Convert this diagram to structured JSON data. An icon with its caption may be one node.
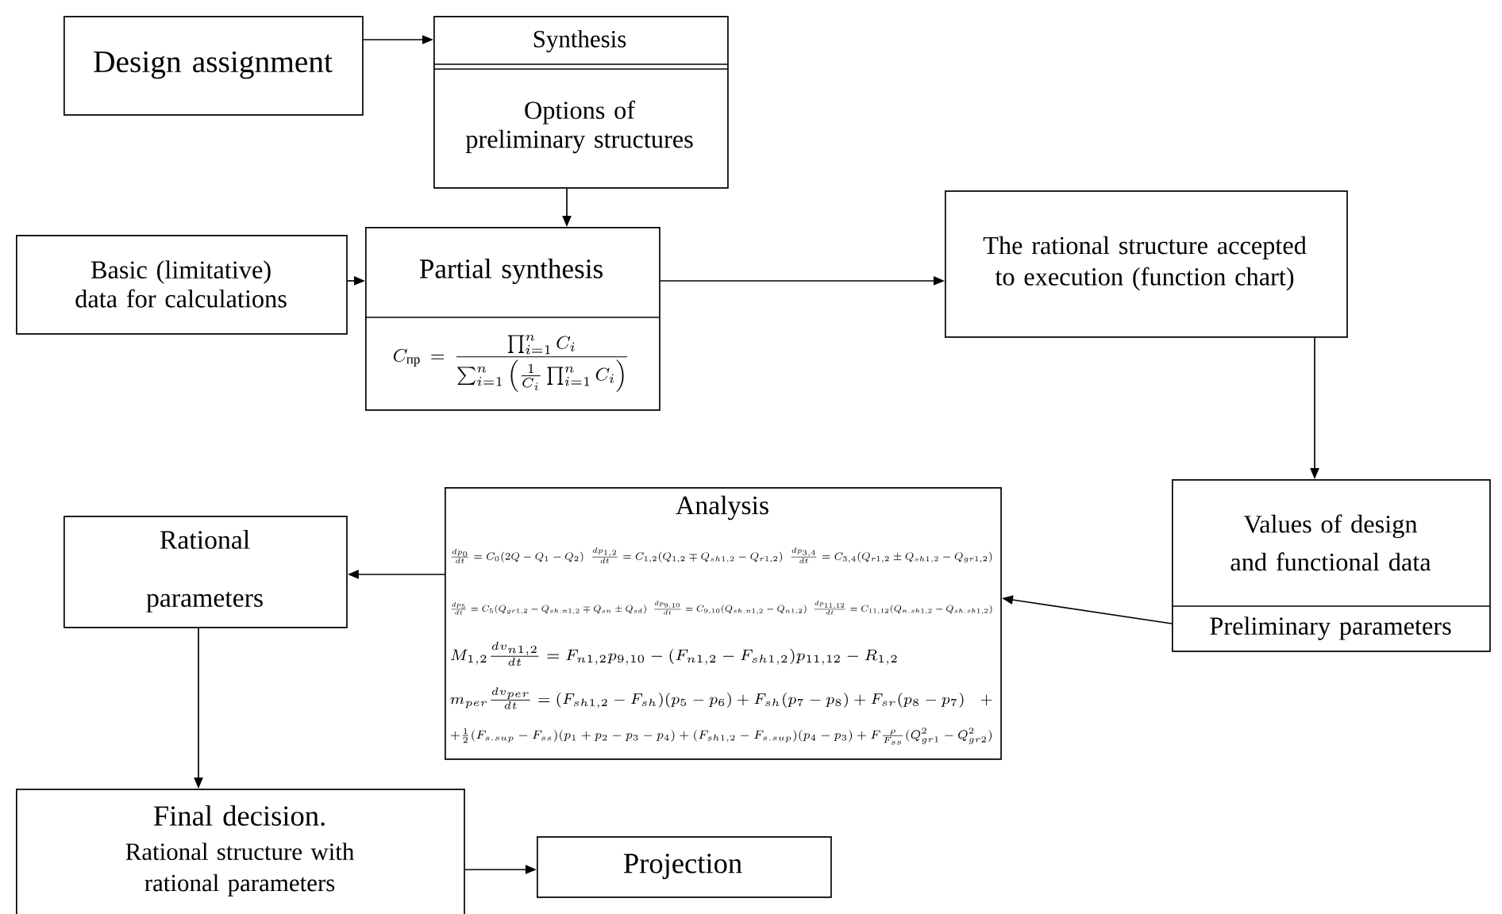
{
  "diagram": {
    "nodes": [
      {
        "text": [
          "Design assignment"
        ]
      },
      {
        "text": [
          "Synthesis",
          "Options of preliminary structures"
        ]
      },
      {
        "text": [
          "Basic (limitative) data for calculations"
        ]
      },
      {
        "text": [
          "Partial synthesis",
          "C_{\\text{пр}}=\\frac{\\prod_{i=1}^{n}C_i}{\\sum_{i=1}^{n}\\left(\\frac{1}{C_i}\\prod_{i=1}^{n}C_i\\right)}"
        ]
      },
      {
        "text": [
          "The rational structure accepted to execution (function chart)"
        ]
      },
      {
        "text": [
          "Values of design and functional data",
          "Preliminary parameters"
        ]
      },
      {
        "text": [
          "Analysis",
          "\\frac{dp_0}{dt}=C_0(2Q-Q_1-Q_2)",
          "\\frac{dp_{1,2}}{dt}=C_{1,2}(Q_{1,2}\\mp Q_{sh1,2}-Q_{r1,2})",
          "\\frac{dp_{3,4}}{dt}=C_{3,4}(Q_{r1,2}\\pm Q_{sh1,2}-Q_{gr1,2})",
          "\\frac{dp_{5}}{dt}=C_{5}(Q_{gr1,2}-Q_{sh.n1,2}\\mp Q_{sn}\\pm Q_{sd})",
          "\\frac{dp_{9,10}}{dt}=C_{9,10}(Q_{sh.n1,2}-Q_{n1,2})",
          "\\frac{dp_{11,12}}{dt}=C_{11,12}(Q_{n.sh1,2}-Q_{sh.sh1,2})",
          "M_{1,2}\\frac{dv_{n1,2}}{dt}=F_{n1,2}p_{9,10}-(F_{n1,2}-F_{sh1,2})p_{11,12}-R_{1,2}",
          "m_{per}\\frac{dv_{per}}{dt}=(F_{sh1,2}-F_{sh})(p_5-p_6)+F_{sh}(p_7-p_8)+F_{sr}(p_8-p_7)\\quad+",
          "+\\frac{1}{2}(F_{s.sup}-F_{ss})(p_1+p_2-p_3-p_4)+(F_{sh1,2}-F_{s.sup})(p_4-p_3)+F\\frac{\\rho}{F_{ss}}(Q^2_{gr1}-Q^2_{gr2})"
        ]
      },
      {
        "text": [
          "Rational parameters"
        ]
      },
      {
        "text": [
          "Final decision.",
          "Rational structure with rational parameters"
        ]
      },
      {
        "text": [
          "Projection"
        ]
      }
    ],
    "edges": [
      {
        "from": 0,
        "to": 1,
        "arrow": "to"
      },
      {
        "from": 1,
        "to": 3,
        "arrow": "to"
      },
      {
        "from": 2,
        "to": 3,
        "arrow": "to"
      },
      {
        "from": 3,
        "to": 4,
        "arrow": "to"
      },
      {
        "from": 4,
        "to": 5,
        "arrow": "to"
      },
      {
        "from": 5,
        "to": 6,
        "arrow": "to"
      },
      {
        "from": 6,
        "to": 7,
        "arrow": "to"
      },
      {
        "from": 7,
        "to": 8,
        "arrow": "to"
      },
      {
        "from": 8,
        "to": 9,
        "arrow": "to"
      }
    ]
  }
}
